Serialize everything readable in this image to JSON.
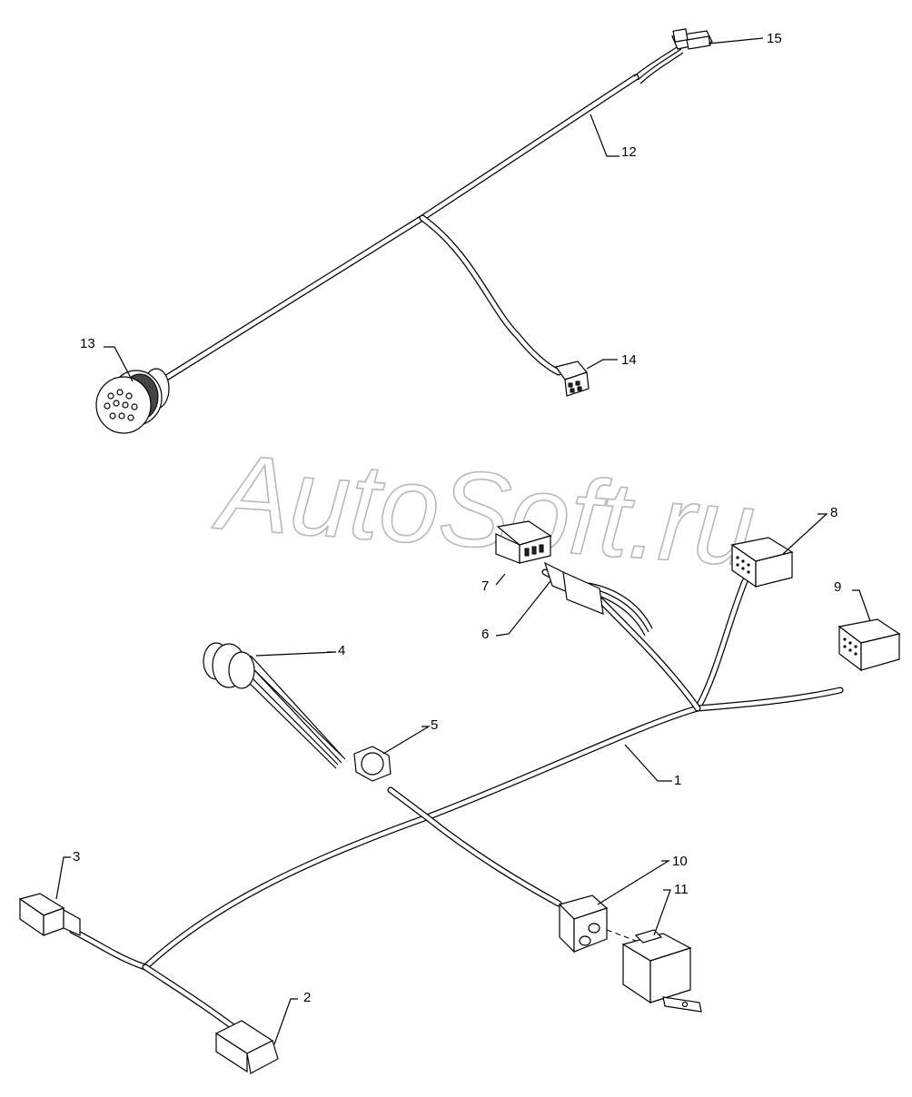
{
  "watermark": "AutoSoft.ru",
  "callouts": [
    {
      "id": "15",
      "text": "15",
      "name": "callout-15-connector-top"
    },
    {
      "id": "12",
      "text": "12",
      "name": "callout-12-upper-harness"
    },
    {
      "id": "13",
      "text": "13",
      "name": "callout-13-round-connector"
    },
    {
      "id": "14",
      "text": "14",
      "name": "callout-14-small-connector"
    },
    {
      "id": "8",
      "text": "8",
      "name": "callout-8-block-connector"
    },
    {
      "id": "9",
      "text": "9",
      "name": "callout-9-block-connector"
    },
    {
      "id": "7",
      "text": "7",
      "name": "callout-7-connector"
    },
    {
      "id": "6",
      "text": "6",
      "name": "callout-6-connector"
    },
    {
      "id": "4",
      "text": "4",
      "name": "callout-4-bulkhead-connector"
    },
    {
      "id": "5",
      "text": "5",
      "name": "callout-5-nut"
    },
    {
      "id": "1",
      "text": "1",
      "name": "callout-1-main-harness"
    },
    {
      "id": "10",
      "text": "10",
      "name": "callout-10-relay-socket"
    },
    {
      "id": "11",
      "text": "11",
      "name": "callout-11-relay"
    },
    {
      "id": "3",
      "text": "3",
      "name": "callout-3-connector"
    },
    {
      "id": "2",
      "text": "2",
      "name": "callout-2-connector"
    }
  ]
}
